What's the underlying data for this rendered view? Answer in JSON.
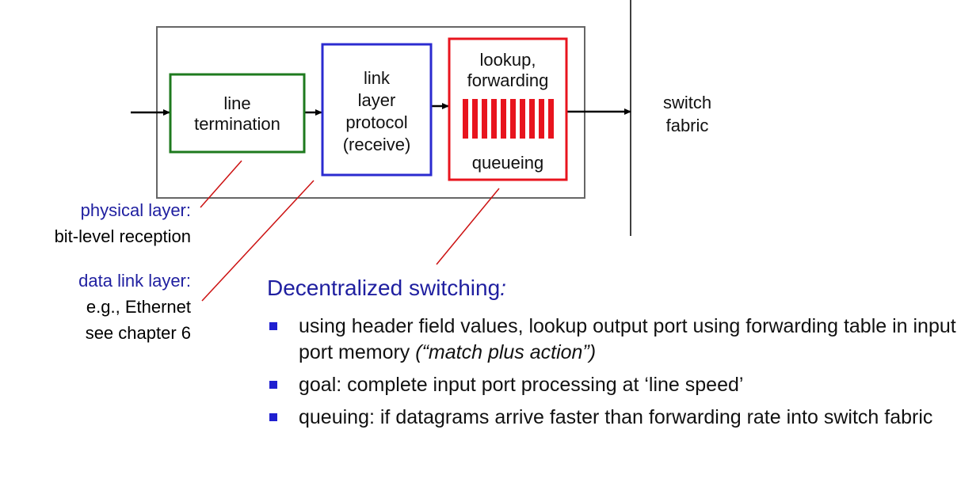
{
  "diagram": {
    "line_termination": {
      "line1": "line",
      "line2": "termination"
    },
    "link_layer": {
      "line1": "link",
      "line2": "layer",
      "line3": "protocol",
      "line4": "(receive)"
    },
    "lookup": {
      "line1": "lookup,",
      "line2": "forwarding",
      "queue_label": "queueing"
    },
    "switch_fabric": {
      "line1": "switch",
      "line2": "fabric"
    }
  },
  "captions": {
    "physical": {
      "title": "physical layer:",
      "desc": "bit-level reception"
    },
    "datalink": {
      "title": "data link layer:",
      "desc1": "e.g., Ethernet",
      "desc2": "see chapter 6"
    }
  },
  "section": {
    "heading": "Decentralized switching",
    "heading_suffix": ":",
    "bullets": [
      {
        "text": "using header field values, lookup output port using forwarding table in input port memory ",
        "emphasis": "(“match plus action”)"
      },
      {
        "text": "goal: complete input port processing at ‘line speed’"
      },
      {
        "text": "queuing: if datagrams arrive faster than forwarding rate into switch fabric"
      }
    ]
  },
  "colors": {
    "line_termination_border": "#1e7a1e",
    "link_layer_border": "#2b2bd0",
    "lookup_border": "#e8141e",
    "caption_blue": "#1f1fa0",
    "bullet": "#1f1fd0"
  }
}
